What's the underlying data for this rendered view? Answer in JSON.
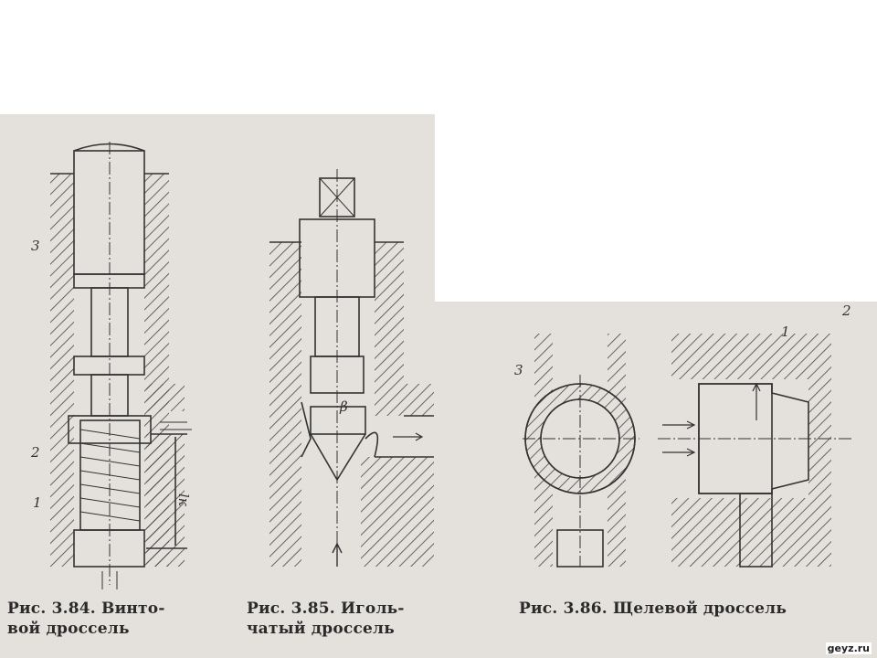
{
  "figures": [
    {
      "caption_line1": "Рис. 3.84. Винто-",
      "caption_line2": "вой дроссель",
      "labels": [
        "3",
        "2",
        "1",
        "lк"
      ]
    },
    {
      "caption_line1": "Рис. 3.85. Иголь-",
      "caption_line2": "чатый дроссель",
      "labels": [
        "β"
      ]
    },
    {
      "caption_line1": "Рис. 3.86. Щелевой дроссель",
      "labels": [
        "3",
        "1",
        "2"
      ]
    }
  ],
  "watermark": "geyz.ru",
  "colors": {
    "paper": "#e4e1dc",
    "ink": "#333333"
  }
}
